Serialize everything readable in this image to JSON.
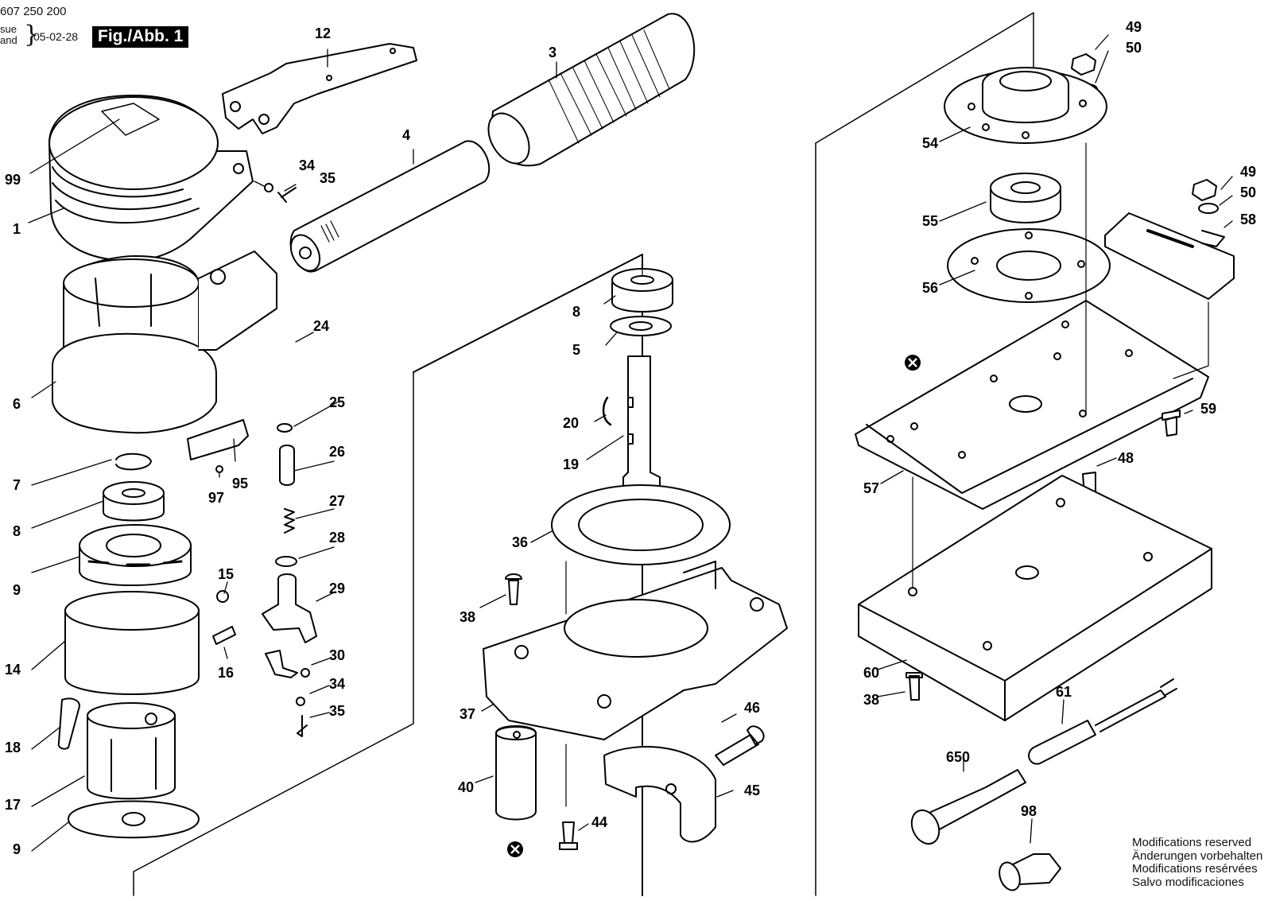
{
  "header": {
    "document_number": "607 250 200",
    "issue_lines": [
      "sue",
      "and"
    ],
    "issue_date": "05-02-28",
    "figure_label": "Fig./Abb. 1"
  },
  "callouts": [
    "99",
    "1",
    "12",
    "34",
    "35",
    "3",
    "4",
    "6",
    "24",
    "25",
    "95",
    "97",
    "7",
    "26",
    "8",
    "27",
    "28",
    "9",
    "15",
    "29",
    "14",
    "16",
    "30",
    "34",
    "35",
    "18",
    "17",
    "9",
    "8",
    "5",
    "20",
    "19",
    "36",
    "38",
    "37",
    "40",
    "44",
    "46",
    "45",
    "49",
    "50",
    "54",
    "55",
    "56",
    "49",
    "50",
    "58",
    "59",
    "48",
    "57",
    "60",
    "38",
    "61",
    "650",
    "98"
  ],
  "markers": [
    "x-marker-upper",
    "x-marker-lower"
  ],
  "notes": [
    "Modifications reserved",
    "Änderungen vorbehalten",
    "Modifications resérvées",
    "Salvo modificaciones"
  ]
}
